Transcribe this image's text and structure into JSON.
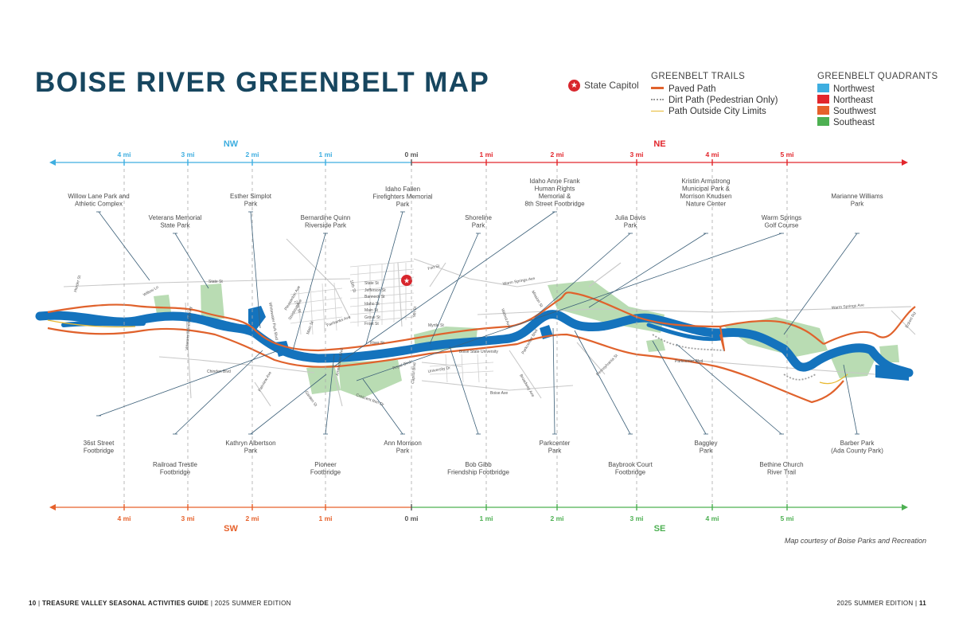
{
  "title": "BOISE RIVER GREENBELT MAP",
  "capitol_label": "State Capitol",
  "trails_legend": {
    "heading": "GREENBELT TRAILS",
    "items": [
      {
        "label": "Paved Path",
        "color": "#e0622c",
        "style": "solid"
      },
      {
        "label": "Dirt Path (Pedestrian Only)",
        "color": "#9a9a9a",
        "style": "dotted"
      },
      {
        "label": "Path Outside City Limits",
        "color": "#e8b931",
        "style": "thin"
      }
    ]
  },
  "quadrants_legend": {
    "heading": "GREENBELT QUADRANTS",
    "items": [
      {
        "label": "Northwest",
        "color": "#3eaee0"
      },
      {
        "label": "Northeast",
        "color": "#e2262c"
      },
      {
        "label": "Southwest",
        "color": "#e6612b"
      },
      {
        "label": "Southeast",
        "color": "#4db052"
      }
    ]
  },
  "top_scale": {
    "left_dir": "NW",
    "right_dir": "NE",
    "ticks": [
      "4 mi",
      "3 mi",
      "2 mi",
      "1 mi",
      "0 mi",
      "1 mi",
      "2 mi",
      "3 mi",
      "4 mi",
      "5 mi"
    ]
  },
  "bottom_scale": {
    "left_dir": "SW",
    "right_dir": "SE",
    "ticks": [
      "4 mi",
      "3 mi",
      "2 mi",
      "1 mi",
      "0 mi",
      "1 mi",
      "2 mi",
      "3 mi",
      "4 mi",
      "5 mi"
    ]
  },
  "top_labels": [
    {
      "lines": [
        "Willow Lane Park and",
        "Athletic Complex"
      ]
    },
    {
      "lines": [
        "Veterans Memorial",
        "State Park"
      ]
    },
    {
      "lines": [
        "Esther Simplot",
        "Park"
      ]
    },
    {
      "lines": [
        "Bernardine Quinn",
        "Riverside Park"
      ]
    },
    {
      "lines": [
        "Idaho Fallen",
        "Firefighters Memorial",
        "Park"
      ]
    },
    {
      "lines": [
        "Shoreline",
        "Park"
      ]
    },
    {
      "lines": [
        "Idaho Anne Frank",
        "Human Rights",
        "Memorial &",
        "8th Street Footbridge"
      ]
    },
    {
      "lines": [
        "Julia Davis",
        "Park"
      ]
    },
    {
      "lines": [
        "Kristin Armstrong",
        "Municipal Park &",
        "Morrison Knudsen",
        "Nature Center"
      ]
    },
    {
      "lines": [
        "Warm Springs",
        "Golf Course"
      ]
    },
    {
      "lines": [
        "Marianne Williams",
        "Park"
      ]
    }
  ],
  "bottom_labels": [
    {
      "lines": [
        "36st Street",
        "Footbridge"
      ]
    },
    {
      "lines": [
        "Railroad Trestle",
        "Footbridge"
      ]
    },
    {
      "lines": [
        "Kathryn Albertson",
        "Park"
      ]
    },
    {
      "lines": [
        "Pioneer",
        "Footbridge"
      ]
    },
    {
      "lines": [
        "Ann Morrison",
        "Park"
      ]
    },
    {
      "lines": [
        "Bob Gibb",
        "Friendship Footbridge"
      ]
    },
    {
      "lines": [
        "Parkcenter",
        "Park"
      ]
    },
    {
      "lines": [
        "Baybrook Court",
        "Footbridge"
      ]
    },
    {
      "lines": [
        "Baggley",
        "Park"
      ]
    },
    {
      "lines": [
        "Bethine Church",
        "River Trail"
      ]
    },
    {
      "lines": [
        "Barber Park",
        "(Ada County Park)"
      ]
    }
  ],
  "street_labels": [
    "Horder St",
    "Willow Ln",
    "State St",
    "Veterans Memorial Pkwy",
    "Chinden Blvd",
    "Whitewater Park Blvd",
    "Pleasanton Ave",
    "Stockton Ave",
    "27th St",
    "Main St",
    "Fairview Ave",
    "Fairbanks Ave",
    "Garden St",
    "Americana Blvd",
    "Crescent Rim Dr",
    "River St",
    "16th St",
    "Fort St",
    "State St",
    "Jefferson St",
    "Bannock St",
    "Idaho St",
    "Main St",
    "Grove St",
    "Front St",
    "Myrtle St",
    "Royal Blvd",
    "Capitol Blvd",
    "9th St",
    "University Dr",
    "Boise State University",
    "Broadway Ave",
    "Boise Ave",
    "Warm Springs Ave",
    "Walnut Ave",
    "Mission St",
    "Parkcenter Blvd",
    "Pennsylvania St",
    "Parkcenter Blvd",
    "Warm Springs Ave",
    "Eckert Rd"
  ],
  "credit": "Map courtesy of Boise Parks and Recreation",
  "footer": {
    "left_page": "10",
    "left_title": "TREASURE VALLEY SEASONAL ACTIVITIES GUIDE",
    "left_edition": "2025 SUMMER EDITION",
    "right_edition": "2025 SUMMER EDITION",
    "right_page": "11"
  }
}
